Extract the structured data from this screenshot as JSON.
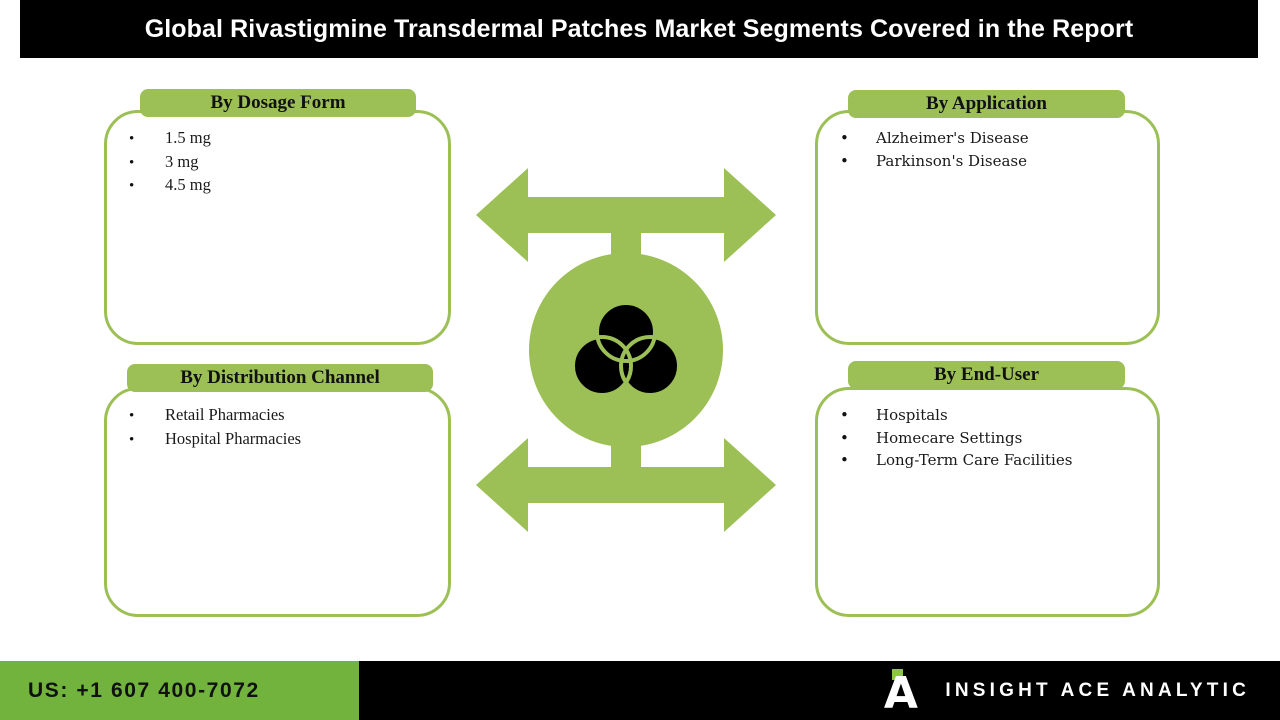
{
  "header": {
    "title": "Global Rivastigmine Transdermal Patches Market Segments Covered in the Report"
  },
  "panels": [
    {
      "id": "dosage-form",
      "title": "By Dosage Form",
      "items": [
        "1.5 mg",
        "3 mg",
        "4.5 mg"
      ]
    },
    {
      "id": "application",
      "title": "By Application",
      "items": [
        "Alzheimer's Disease",
        "Parkinson's Disease"
      ]
    },
    {
      "id": "distribution-channel",
      "title": "By Distribution Channel",
      "items": [
        "Retail Pharmacies",
        "Hospital Pharmacies"
      ]
    },
    {
      "id": "end-user",
      "title": "By End-User",
      "items": [
        "Hospitals",
        "Homecare Settings",
        "Long-Term Care Facilities"
      ]
    }
  ],
  "center_graphic": {
    "icon_name": "venn-diagram-icon",
    "description": "green circle with black three-circle venn diagram and four-way arrows"
  },
  "footer": {
    "phone": "US: +1 607 400-7072",
    "brand_letter": "A",
    "brand_name": "INSIGHT ACE ANALYTIC"
  },
  "colors": {
    "green": "#9cbf56",
    "footer_green": "#71b33c",
    "black": "#000000",
    "white": "#ffffff",
    "logo_green": "#8cc63e"
  },
  "bullet_glyph": "•"
}
